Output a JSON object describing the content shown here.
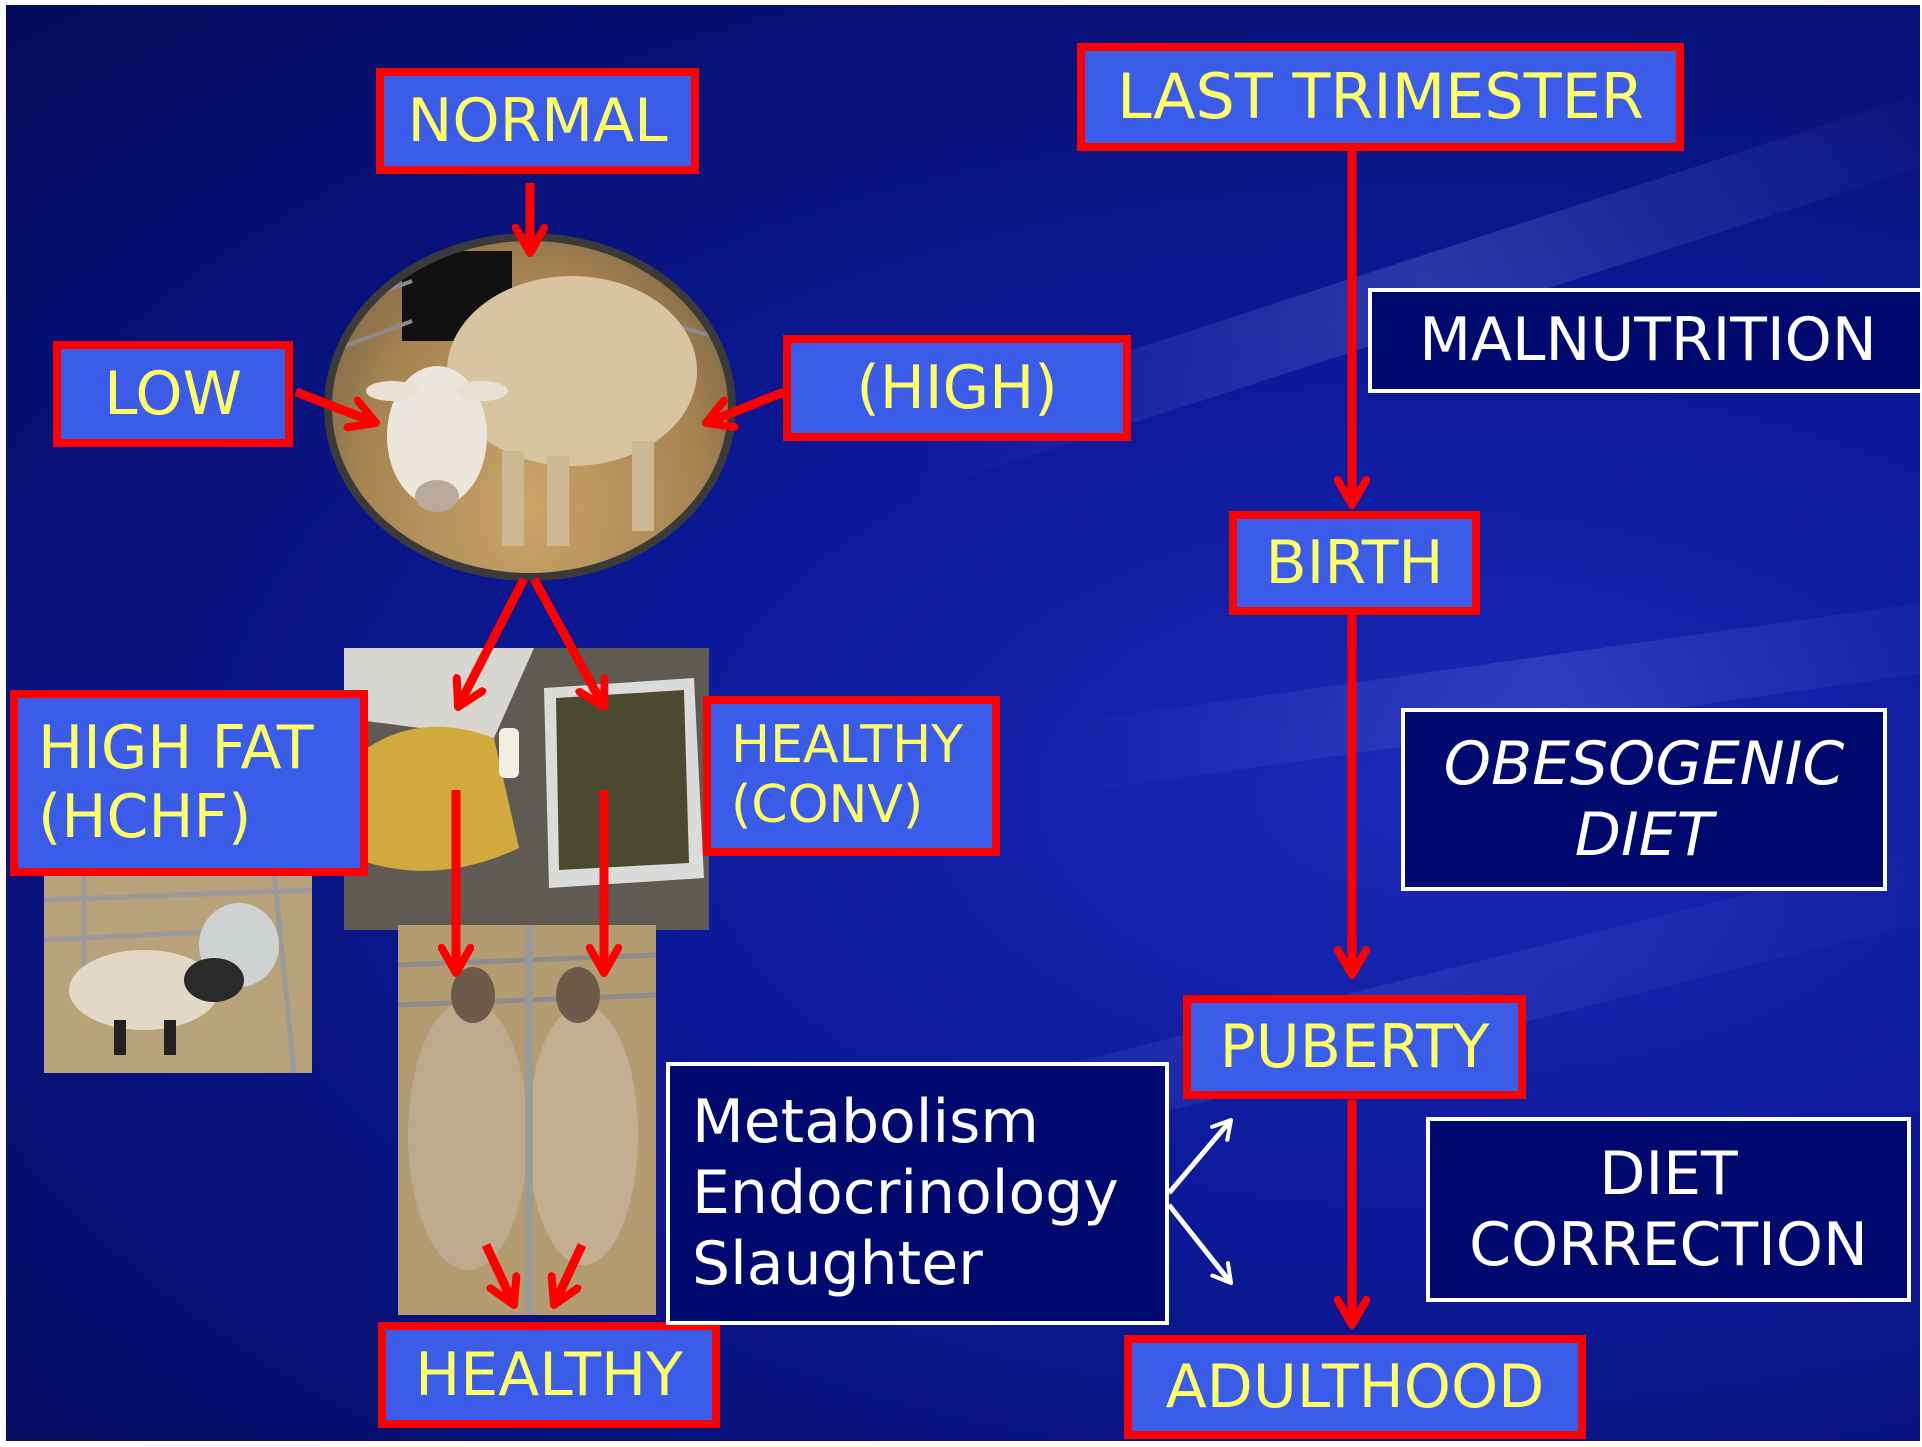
{
  "colors": {
    "background": "#0b179a",
    "box_fill": "#3a5ce8",
    "box_border": "#ff0000",
    "box_text": "#ffff66",
    "arrow": "#ff0000",
    "note_border": "#ffffff",
    "note_text": "#ffffff"
  },
  "left_panel": {
    "normal": "NORMAL",
    "low": "LOW",
    "high": "(HIGH)",
    "high_fat": "HIGH FAT\n(HCHF)",
    "healthy_conv": "HEALTHY\n(CONV)",
    "healthy": "HEALTHY",
    "methods": "Metabolism\nEndocrinology\nSlaughter"
  },
  "timeline": {
    "last_trimester": "LAST TRIMESTER",
    "birth": "BIRTH",
    "puberty": "PUBERTY",
    "adulthood": "ADULTHOOD"
  },
  "notes": {
    "malnutrition": "MALNUTRITION",
    "obesogenic": "OBESOGENIC\nDIET",
    "diet_correction": "DIET\nCORRECTION"
  },
  "images": {
    "ewe": "photo of a pregnant ewe in a pen",
    "feed": "photo of feed trays: concentrate and hay",
    "lamb_pen": "photo of a lamb in a pen",
    "two_sheep": "photo of two sheep viewed from behind"
  }
}
